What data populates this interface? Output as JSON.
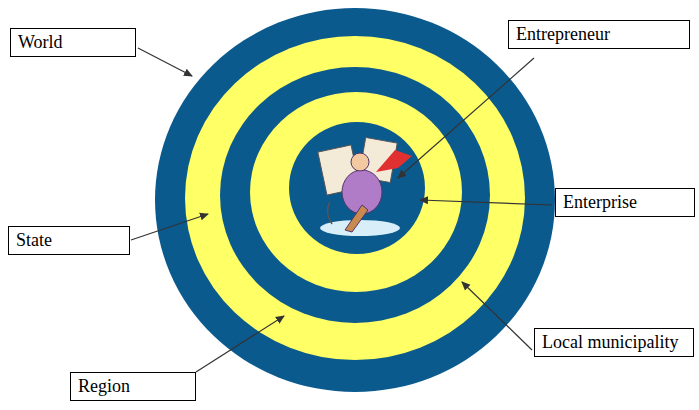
{
  "diagram": {
    "nodes": [
      {
        "text": [
          "World"
        ]
      },
      {
        "text": [
          "Entrepreneur"
        ]
      },
      {
        "text": [
          "Enterprise"
        ]
      },
      {
        "text": [
          "State"
        ]
      },
      {
        "text": [
          "Local municipality"
        ]
      },
      {
        "text": [
          "Region"
        ]
      }
    ]
  }
}
